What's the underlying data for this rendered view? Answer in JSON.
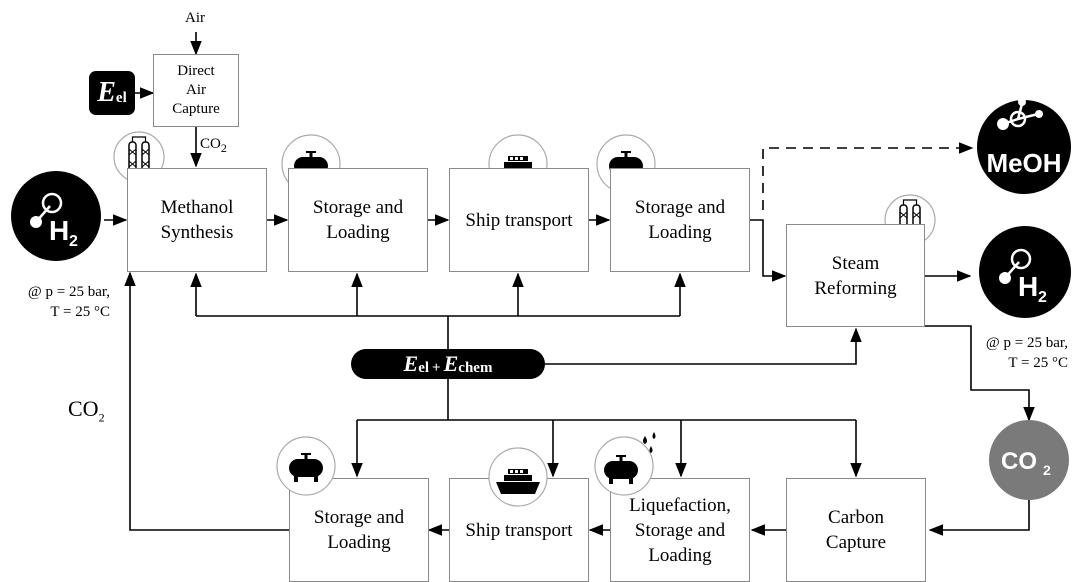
{
  "inputs": {
    "air": "Air",
    "eel": {
      "main": "E",
      "sub": "el"
    },
    "co2_small": {
      "main": "CO",
      "sub": "2"
    }
  },
  "boxes": {
    "dac": [
      "Direct",
      "Air",
      "Capture"
    ],
    "methanol": [
      "Methanol",
      "Synthesis"
    ],
    "storage1": [
      "Storage and",
      "Loading"
    ],
    "ship1": [
      "Ship transport"
    ],
    "storage2": [
      "Storage and",
      "Loading"
    ],
    "steam": [
      "Steam",
      "Reforming"
    ],
    "storage3": [
      "Storage and",
      "Loading"
    ],
    "ship2": [
      "Ship transport"
    ],
    "liquefaction": [
      "Liquefaction,",
      "Storage and",
      "Loading"
    ],
    "carbon": [
      "Carbon",
      "Capture"
    ]
  },
  "energy_bar": {
    "e1": "E",
    "s1": "el",
    "plus": "+",
    "e2": "E",
    "s2": "chem"
  },
  "h2_left": {
    "label": "H",
    "sub": "2",
    "cond1": "@ p = 25 bar,",
    "cond2": "T = 25 °C"
  },
  "h2_right": {
    "label": "H",
    "sub": "2",
    "cond1": "@ p = 25 bar,",
    "cond2": "T = 25 °C"
  },
  "meoh": {
    "label": "MeOH"
  },
  "co2_circle": {
    "main": "CO",
    "sub": "2"
  },
  "co2_return": {
    "main": "CO",
    "sub": "2"
  },
  "colors": {
    "black": "#000000",
    "gray_circle": "#7a7a7a",
    "box_border": "#8a8a8a"
  }
}
